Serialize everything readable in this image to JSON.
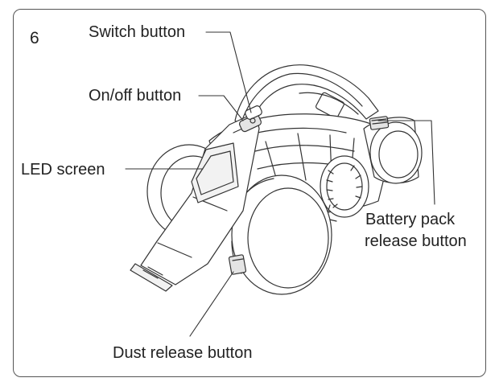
{
  "page_number": "6",
  "labels": {
    "switch_button": "Switch button",
    "onoff_button": "On/off button",
    "led_screen": "LED screen",
    "battery_line1": "Battery pack",
    "battery_line2": "release button",
    "dust_release": "Dust release button"
  },
  "colors": {
    "line": "#333333",
    "frame": "#555555",
    "text": "#222222",
    "shade_light": "#f2f2f2",
    "shade_mid": "#e4e4e4"
  }
}
